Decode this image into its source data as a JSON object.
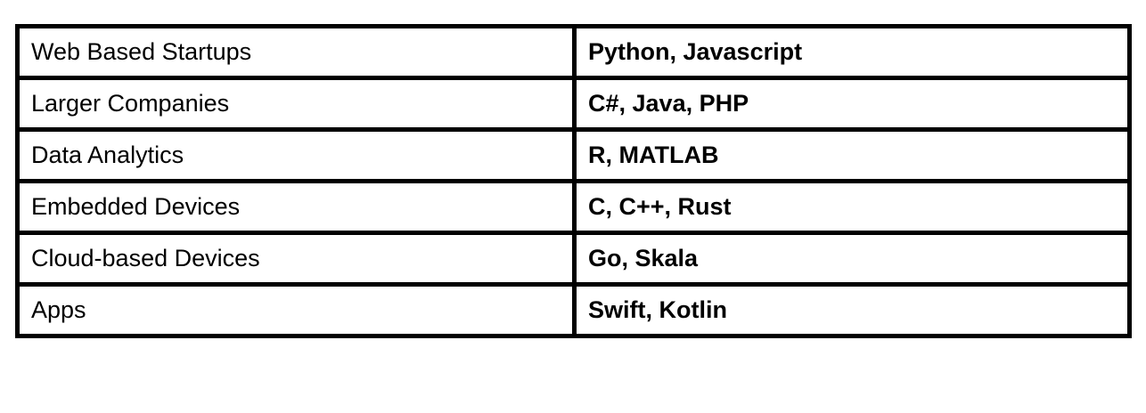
{
  "table": {
    "rows": [
      {
        "domain": "Web Based Startups",
        "languages": "Python, Javascript"
      },
      {
        "domain": "Larger Companies",
        "languages": "C#, Java, PHP"
      },
      {
        "domain": "Data Analytics",
        "languages": "R, MATLAB"
      },
      {
        "domain": "Embedded Devices",
        "languages": "C, C++, Rust"
      },
      {
        "domain": "Cloud-based Devices",
        "languages": "Go, Skala"
      },
      {
        "domain": "Apps",
        "languages": "Swift, Kotlin"
      }
    ]
  }
}
